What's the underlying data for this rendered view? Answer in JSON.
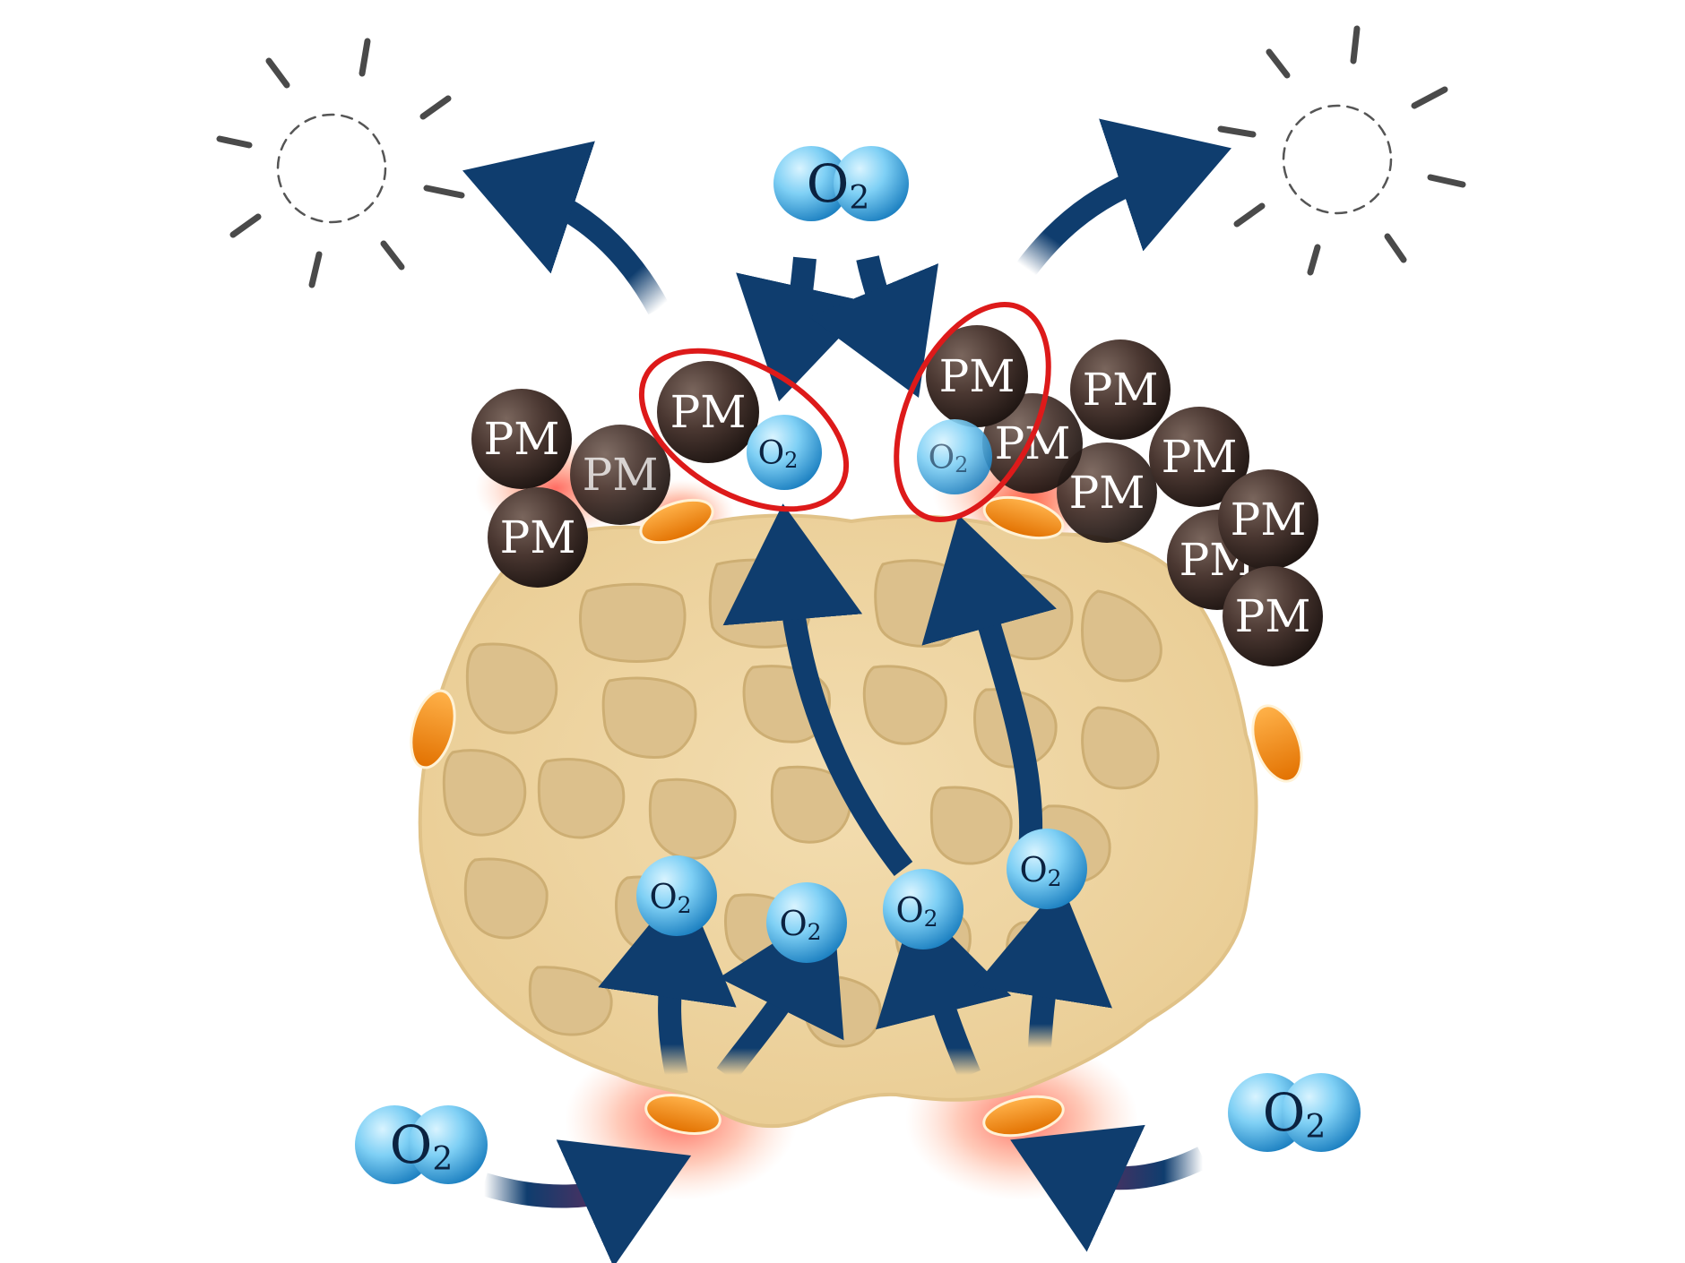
{
  "labels": {
    "oxygen_main": "O",
    "oxygen_sub": "2",
    "particulate": "PM"
  },
  "colors": {
    "arrow": "#0f3d6e",
    "oxygen_light": "#9fe0ff",
    "oxygen_dark": "#1b88c9",
    "pm_light": "#6b5850",
    "pm_dark": "#2b1d18",
    "catalyst_orange": "#f08a14",
    "soot_body": "#efd6a3",
    "soot_cell": "#dcc08c",
    "highlight_ring": "#dd1a1a",
    "heat_glow": "#ff3b2f",
    "sun_lines": "#4a4a4a"
  },
  "icons": [
    "sun-icon-left",
    "sun-icon-right"
  ]
}
